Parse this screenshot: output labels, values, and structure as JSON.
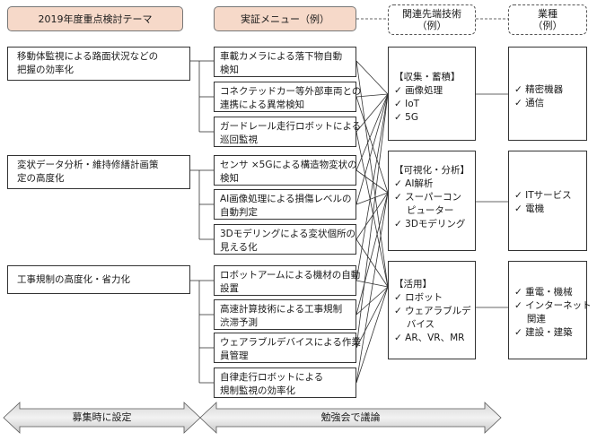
{
  "headers": {
    "theme": "2019年度重点検討テーマ",
    "menu": "実証メニュー（例）",
    "tech": [
      "関連先端技術",
      "（例）"
    ],
    "industry": [
      "業種",
      "（例）"
    ]
  },
  "themes": [
    {
      "lines": [
        "移動体監視による路面状況などの",
        "把握の効率化"
      ]
    },
    {
      "lines": [
        "変状データ分析・維持修繕計画策",
        "定の高度化"
      ]
    },
    {
      "lines": [
        "工事規制の高度化・省力化"
      ]
    }
  ],
  "menus": [
    {
      "lines": [
        "車載カメラによる落下物自動",
        "検知"
      ]
    },
    {
      "lines": [
        "コネクテッドカー等外部車両との",
        "連携による異常検知"
      ]
    },
    {
      "lines": [
        "ガードレール走行ロボットによる",
        "巡回監視"
      ]
    },
    {
      "lines": [
        "センサ ×5Gによる構造物変状の",
        "検知"
      ]
    },
    {
      "lines": [
        "AI画像処理による損傷レベルの",
        "自動判定"
      ]
    },
    {
      "lines": [
        "3Dモデリングによる変状個所の",
        "見える化"
      ]
    },
    {
      "lines": [
        "ロボットアームによる機材の自動",
        "設置"
      ]
    },
    {
      "lines": [
        "高速計算技術による工事規制",
        "渋滞予測"
      ]
    },
    {
      "lines": [
        "ウェアラブルデバイスによる作業",
        "員管理"
      ]
    },
    {
      "lines": [
        "自律走行ロボットによる",
        "規制監視の効率化"
      ]
    }
  ],
  "techs": [
    {
      "title": "【収集・蓄積】",
      "lines": [
        "✓ 画像処理",
        "✓ IoT",
        "✓ 5G"
      ]
    },
    {
      "title": "【可視化・分析】",
      "lines": [
        "✓ AI解析",
        "✓ スーパーコン",
        "　 ピューター",
        "✓ 3Dモデリング"
      ]
    },
    {
      "title": "【活用】",
      "lines": [
        "✓ ロボット",
        "✓ ウェアラブルデ",
        "　 バイス",
        "✓ AR、VR、MR"
      ]
    }
  ],
  "industries": [
    {
      "lines": [
        "✓ 精密機器",
        "✓ 通信"
      ]
    },
    {
      "lines": [
        "✓ ITサービス",
        "✓ 電機"
      ]
    },
    {
      "lines": [
        "✓ 重電・機械",
        "✓ インターネット",
        "　 関連",
        "✓ 建設・建築"
      ]
    }
  ],
  "bottom": {
    "left": "募集時に設定",
    "right": "勉強会で議論"
  }
}
